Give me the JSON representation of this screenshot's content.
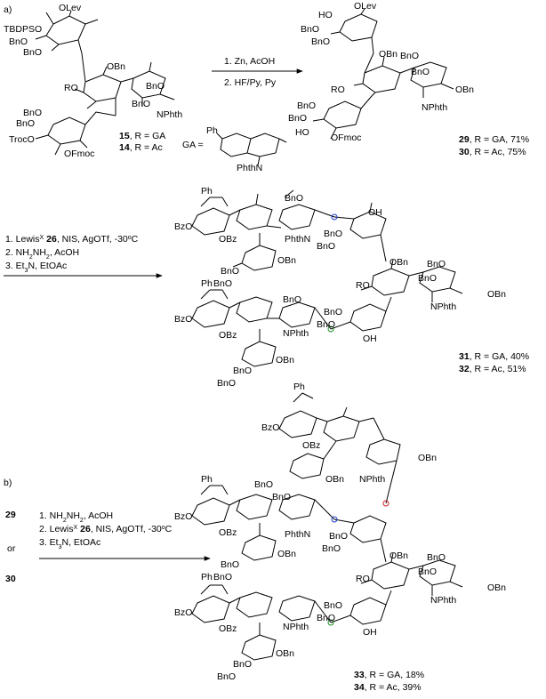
{
  "panel_a": {
    "label": "a)",
    "start": {
      "groups": {
        "tbdps": "TBDPSO",
        "olev": "OLev",
        "bno1": "BnO",
        "bno2": "BnO",
        "obn": "OBn",
        "ro": "RO",
        "bno_right": "BnO",
        "bno_right2": "BnO",
        "nphth": "NPhth",
        "bno3": "BnO",
        "bno4": "BnO",
        "trocO": "TrocO",
        "ofmoc": "OFmoc"
      },
      "compounds": [
        {
          "number": "15",
          "suffix": ", R = GA"
        },
        {
          "number": "14",
          "suffix": ", R = Ac"
        }
      ],
      "ga_definition": {
        "label": "GA =",
        "ph": "Ph",
        "phthn": "PhthN"
      }
    },
    "step1": {
      "lines": [
        "1. Zn, AcOH",
        "2. HF/Py, Py"
      ]
    },
    "product1": {
      "groups": {
        "ho": "HO",
        "olev": "OLev",
        "bno1": "BnO",
        "bno2": "BnO",
        "obn": "OBn",
        "ro": "RO",
        "bno_r": "BnO",
        "bno_r2": "BnO",
        "nphth": "NPhth",
        "obn2": "OBn",
        "bno3": "BnO",
        "bno4": "BnO",
        "ho2": "HO",
        "ofmoc": "OFmoc"
      },
      "compounds": [
        {
          "number": "29",
          "suffix": ", R = GA, 71%"
        },
        {
          "number": "30",
          "suffix": ", R = Ac, 75%"
        }
      ]
    },
    "step2": {
      "lines": [
        {
          "pre": "1. Lewis",
          "sup": "X",
          "bold": "26",
          "post": ", NIS, AgOTf, -30",
          "sup2": "o",
          "post2": "C"
        },
        {
          "pre": "2. NH",
          "sub": "2",
          "mid": "NH",
          "sub2": "2",
          "post": ", AcOH"
        },
        {
          "pre": "3. Et",
          "sub": "3",
          "post": "N, EtOAc"
        }
      ]
    },
    "product2": {
      "groups": {
        "ph1": "Ph",
        "bno_a": "BnO",
        "bzo1": "BzO",
        "obz1": "OBz",
        "phthn": "PhthN",
        "oh_top": "OH",
        "bno_b": "BnO",
        "bno_c": "BnO",
        "obn_a": "OBn",
        "bno_d": "BnO",
        "bno_e": "BnO",
        "obn_b": "OBn",
        "ro": "RO",
        "bno_f": "BnO",
        "bno_g": "BnO",
        "obn_r": "OBn",
        "nphth_r": "NPhth",
        "ph2": "Ph",
        "bno_h": "BnO",
        "bzo2": "BzO",
        "obz2": "OBz",
        "bno_i": "BnO",
        "bno_j": "BnO",
        "nphth2": "NPhth",
        "oh_bot": "OH",
        "obn_c": "OBn",
        "bno_k": "BnO",
        "bno_l": "BnO"
      },
      "compounds": [
        {
          "number": "31",
          "suffix": ", R = GA, 40%"
        },
        {
          "number": "32",
          "suffix": ", R = Ac, 51%"
        }
      ]
    }
  },
  "panel_b": {
    "label": "b)",
    "reactants": {
      "first": "29",
      "or": "or",
      "second": "30"
    },
    "step": {
      "lines": [
        {
          "pre": "1. NH",
          "sub": "2",
          "mid": "NH",
          "sub2": "2",
          "post": ", AcOH"
        },
        {
          "pre": "2. Lewis",
          "sup": "X",
          "bold": "26",
          "post": ", NIS, AgOTf, -30",
          "sup2": "o",
          "post2": "C"
        },
        {
          "pre": "3. Et",
          "sub": "3",
          "post": "N, EtOAc"
        }
      ]
    },
    "product": {
      "groups": {
        "ph_top": "Ph",
        "bzo_top": "BzO",
        "obz_top": "OBz",
        "obn_top": "OBn",
        "bno_t1": "BnO",
        "bno_t2": "BnO",
        "obn_t": "OBn",
        "nphth_t": "NPhth",
        "ph1": "Ph",
        "bzo1": "BzO",
        "obz1": "OBz",
        "phthn": "PhthN",
        "bno_a": "BnO",
        "bno_b": "BnO",
        "obn_a": "OBn",
        "bno_c": "BnO",
        "bno_d": "BnO",
        "obn_b": "OBn",
        "ro": "RO",
        "bno_e": "BnO",
        "bno_f": "BnO",
        "obn_r": "OBn",
        "nphth_r": "NPhth",
        "ph2": "Ph",
        "bzo2": "BzO",
        "obz2": "OBz",
        "bno_g": "BnO",
        "bno_h": "BnO",
        "nphth2": "NPhth",
        "oh": "OH",
        "obn_c": "OBn",
        "bno_i": "BnO",
        "bno_j": "BnO"
      },
      "compounds": [
        {
          "number": "33",
          "suffix": ", R = GA, 18%"
        },
        {
          "number": "34",
          "suffix": ", R = Ac, 39%"
        }
      ]
    }
  },
  "colors": {
    "blue": "#1f3fcf",
    "red": "#d0202a",
    "green": "#1e8c2a",
    "magenta": "#b23ac9",
    "black": "#000000"
  }
}
